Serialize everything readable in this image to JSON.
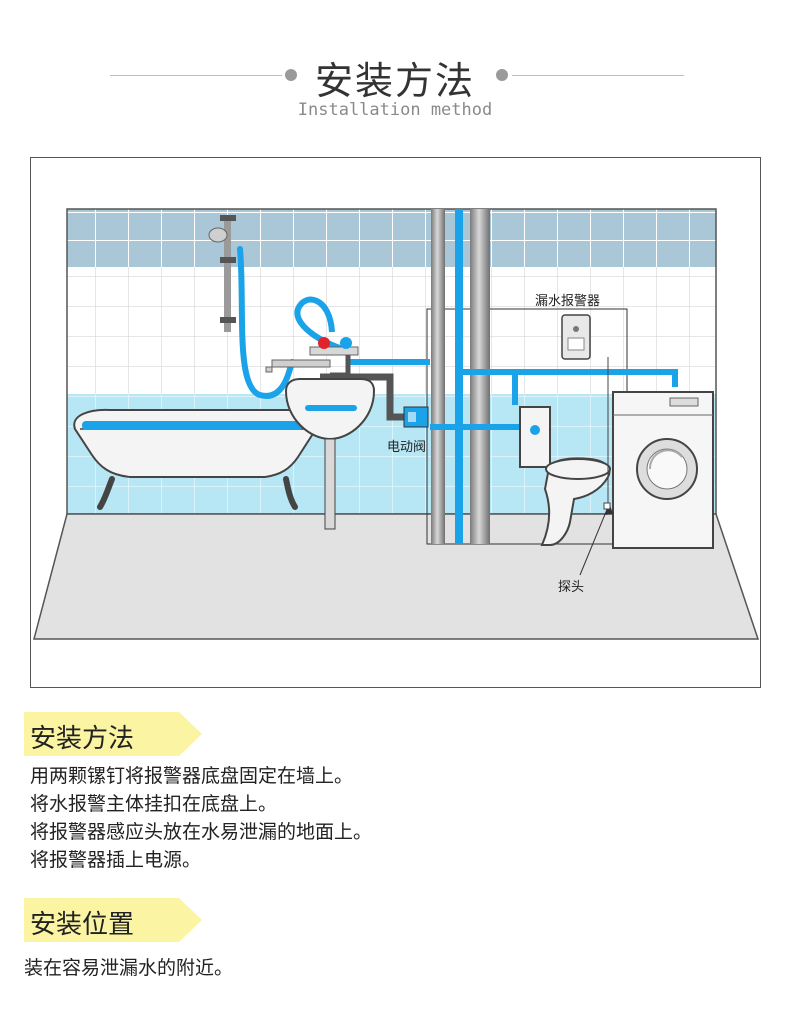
{
  "header": {
    "title": "安装方法",
    "subtitle": "Installation method"
  },
  "diagram": {
    "labels": {
      "alarm": "漏水报警器",
      "valve": "电动阀",
      "probe": "探头"
    },
    "colors": {
      "pipe_blue": "#1aa3e8",
      "wall_top": "#a9c7d6",
      "wall_bottom": "#b7e6f4",
      "floor": "#e2e2e2",
      "dark_pipe": "#555555"
    }
  },
  "method": {
    "heading": "安装方法",
    "steps": [
      "用两颗镙钉将报警器底盘固定在墙上。",
      "将水报警主体挂扣在底盘上。",
      "将报警器感应头放在水易泄漏的地面上。",
      "将报警器插上电源。"
    ]
  },
  "location": {
    "heading": "安装位置",
    "text": "装在容易泄漏水的附近。"
  },
  "accent": "#fbf4a2"
}
